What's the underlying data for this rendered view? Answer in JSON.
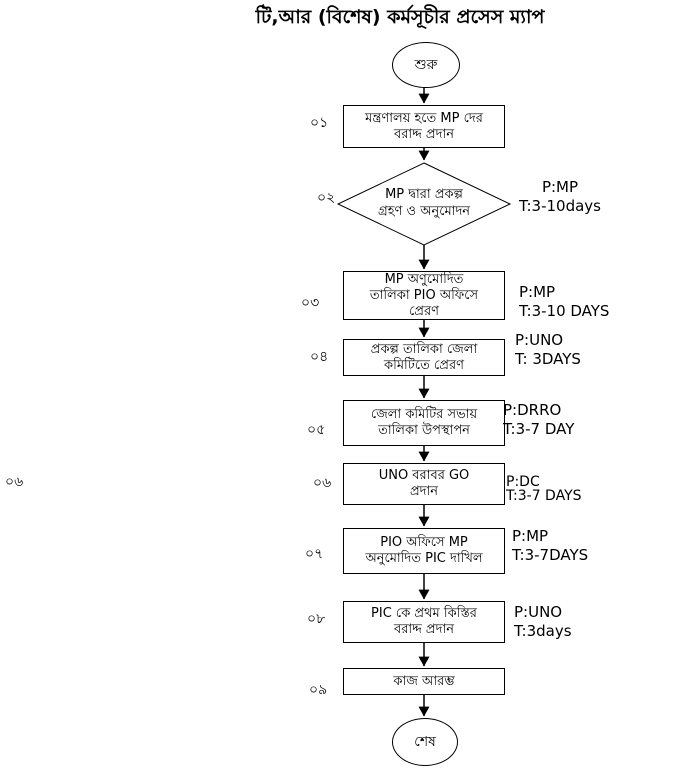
{
  "title": "টি,আর  (বিশেষ) কর্মসূচীর প্রসেস ম্যাপ",
  "flowchart": {
    "start": {
      "label": "শুরু"
    },
    "end": {
      "label": "শেষ"
    },
    "margin_label": "০৬",
    "steps": [
      {
        "number": "০১",
        "shape": "rect",
        "text": "মন্ত্রণালয় হতে MP দের\nবরাদ্দ প্রদান",
        "annotation": ""
      },
      {
        "number": "০২",
        "shape": "diamond",
        "text": "MP দ্বারা প্রকল্প\nগ্রহণ ও অনুমোদন",
        "annotation": "P:MP\nT:3-10days"
      },
      {
        "number": "০৩",
        "shape": "rect",
        "text": "MP অণুমোদিত\nতালিকা PIO অফিসে\nপ্রেরণ",
        "annotation": "P:MP\nT:3-10 DAYS"
      },
      {
        "number": "০৪",
        "shape": "rect",
        "text": "প্রকল্প তালিকা জেলা\nকমিটিতে প্রেরণ",
        "annotation": "P:UNO\nT: 3DAYS"
      },
      {
        "number": "০৫",
        "shape": "rect",
        "text": "জেলা কমিটির সভায়\nতালিকা উপস্থাপন",
        "annotation": "P:DRRO\nT:3-7 DAY"
      },
      {
        "number": "০৬",
        "shape": "rect",
        "text": "UNO বরাবর GO\nপ্রদান",
        "annotation": "P:DC\nT:3-7 DAYS"
      },
      {
        "number": "০৭",
        "shape": "rect",
        "text": "PIO অফিসে MP\nঅনুমোদিত PIC দাখিল",
        "annotation": "P:MP\nT:3-7DAYS"
      },
      {
        "number": "০৮",
        "shape": "rect",
        "text": "PIC কে প্রথম কিস্তির\nবরাদ্দ প্রদান",
        "annotation": "P:UNO\nT:3days"
      },
      {
        "number": "০৯",
        "shape": "rect",
        "text": "কাজ আরম্ভ",
        "annotation": ""
      }
    ]
  },
  "colors": {
    "line": "#000000",
    "background": "#ffffff",
    "text": "#000000"
  }
}
